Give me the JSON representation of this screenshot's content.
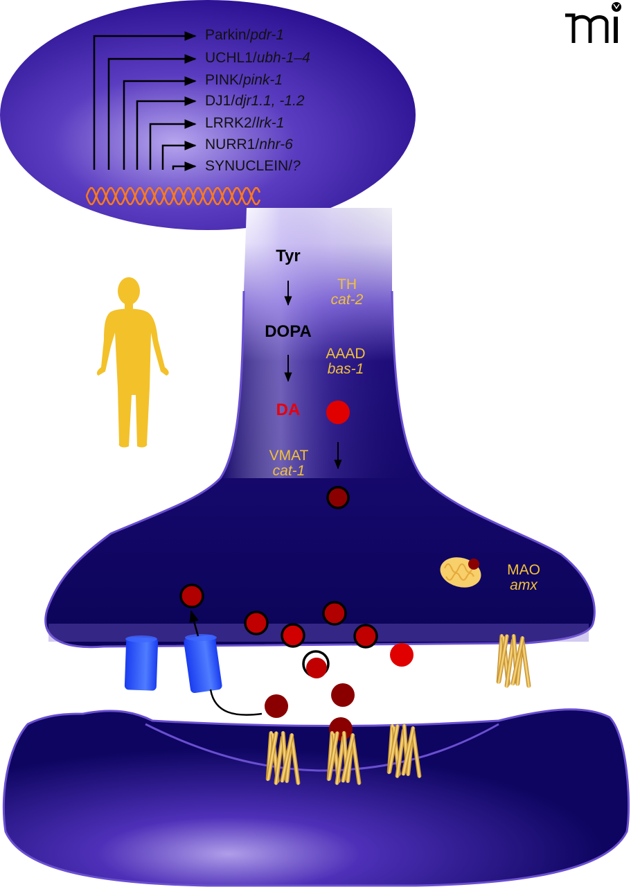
{
  "logo": {
    "text": "mi"
  },
  "nucleus": {
    "genes": [
      {
        "protein": "Parkin",
        "gene": "pdr-1"
      },
      {
        "protein": "UCHL1",
        "gene": "ubh-1–4"
      },
      {
        "protein": "PINK",
        "gene": "pink-1"
      },
      {
        "protein": "DJ1",
        "gene": "djr1.1, -1.2"
      },
      {
        "protein": "LRRK2",
        "gene": "lrk-1"
      },
      {
        "protein": "NURR1",
        "gene": "nhr-6"
      },
      {
        "protein": "SYNUCLEIN",
        "gene": "?"
      }
    ],
    "separator": "/"
  },
  "pathway": {
    "metabolites": [
      "Tyr",
      "DOPA",
      "DA"
    ],
    "enzymes": [
      {
        "name": "TH",
        "gene": "cat-2"
      },
      {
        "name": "AAAD",
        "gene": "bas-1"
      },
      {
        "name": "VMAT",
        "gene": "cat-1"
      },
      {
        "name": "MAO",
        "gene": "amx"
      }
    ]
  },
  "icons": {
    "human": "human-silhouette-icon",
    "dna": "dna-helix-icon",
    "mitochondrion": "mitochondrion-icon",
    "transporter": "dopamine-transporter-icon",
    "receptor": "dopamine-receptor-icon",
    "vesicle": "vesicle-icon",
    "dopamine": "dopamine-molecule-icon"
  },
  "colors": {
    "cell": "#0e0560",
    "cell_light": "#8b78d8",
    "membrane": "#6a4fd0",
    "enzyme_text": "#f2c13a",
    "dopamine": "#d40000",
    "dopamine_dark": "#8a0000",
    "transporter": "#1f4fff",
    "receptor": "#e0a637",
    "human": "#f3c12a",
    "dna": "#ff7a1a"
  }
}
